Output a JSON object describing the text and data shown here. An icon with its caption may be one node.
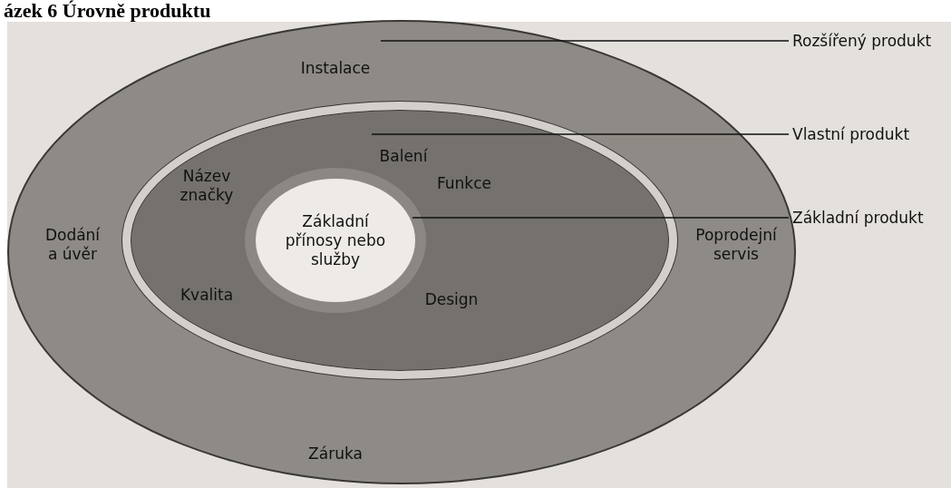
{
  "diagram": {
    "title": "ázek 6 Úrovně produktu",
    "nodes": [
      {
        "text": [
          "Instalace",
          "Dodání a úvěr",
          "Poprodejní servis",
          "Záruka"
        ]
      },
      {
        "text": [
          "Balení",
          "Název značky",
          "Funkce",
          "Kvalita",
          "Design"
        ],
        "in": 0
      },
      {
        "text": [
          "Základní přínosy nebo služby"
        ],
        "in": 1
      },
      {
        "text": [
          "Rozšířený produkt"
        ]
      },
      {
        "text": [
          "Vlastní produkt"
        ]
      },
      {
        "text": [
          "Základní produkt"
        ]
      }
    ],
    "edges": [
      {
        "from": 3,
        "to": 0,
        "arrow": "none"
      },
      {
        "from": 4,
        "to": 1,
        "arrow": "none"
      },
      {
        "from": 5,
        "to": 2,
        "arrow": "none"
      }
    ]
  }
}
